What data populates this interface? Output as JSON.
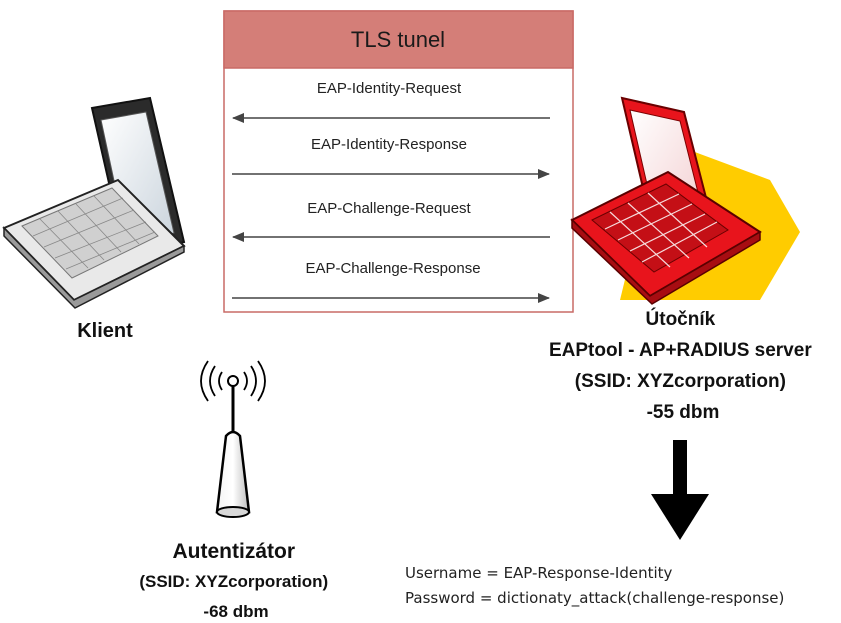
{
  "tunnel": {
    "title": "TLS tunel",
    "messages": [
      {
        "label": "EAP-Identity-Request",
        "direction": "left"
      },
      {
        "label": "EAP-Identity-Response",
        "direction": "right"
      },
      {
        "label": "EAP-Challenge-Request",
        "direction": "left"
      },
      {
        "label": "EAP-Challenge-Response",
        "direction": "right"
      }
    ]
  },
  "client": {
    "label": "Klient",
    "icon": "laptop-icon"
  },
  "attacker": {
    "line1": "Útočník",
    "line2": "EAPtool - AP+RADIUS server",
    "line3": "(SSID: XYZcorporation)",
    "line4": "-55 dbm",
    "icon": "red-laptop-icon"
  },
  "authenticator": {
    "line1": "Autentizátor",
    "line2": "(SSID: XYZcorporation)",
    "line3": "-68 dbm",
    "icon": "access-point-icon"
  },
  "result": {
    "username": "Username = EAP-Response-Identity",
    "password": "Password = dictionaty_attack(challenge-response)"
  },
  "colors": {
    "tunnel_header": "#d47e78",
    "tunnel_border": "#c96a66",
    "attacker_laptop": "#e8141c",
    "attacker_glow": "#ffcc00",
    "arrow": "#444444"
  }
}
